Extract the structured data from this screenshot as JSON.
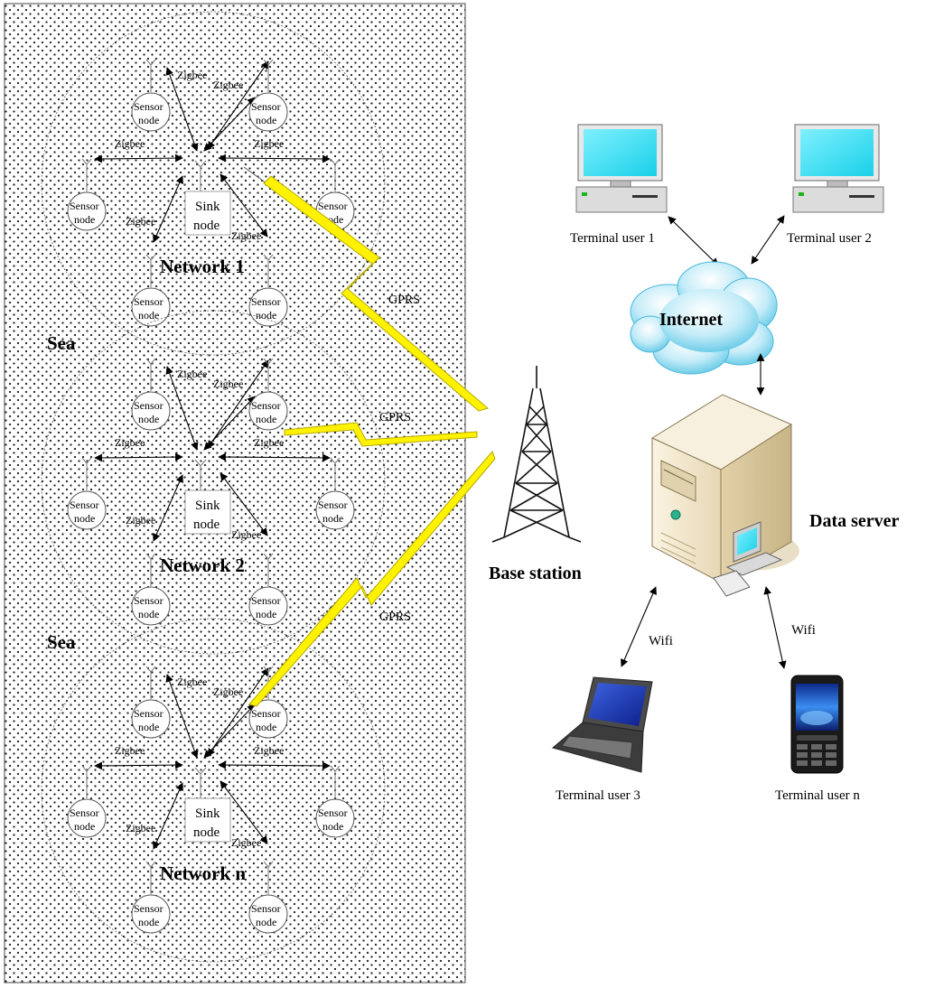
{
  "sea": {
    "labels": [
      "Sea",
      "Sea"
    ]
  },
  "networks": [
    {
      "label": "Network 1",
      "sink": {
        "line1": "Sink",
        "line2": "node"
      },
      "sensor": {
        "line1": "Sensor",
        "line2": "node"
      },
      "link": "Zigbee"
    },
    {
      "label": "Network 2",
      "sink": {
        "line1": "Sink",
        "line2": "node"
      },
      "sensor": {
        "line1": "Sensor",
        "line2": "node"
      },
      "link": "Zigbee"
    },
    {
      "label": "Network n",
      "sink": {
        "line1": "Sink",
        "line2": "node"
      },
      "sensor": {
        "line1": "Sensor",
        "line2": "node"
      },
      "link": "Zigbee"
    }
  ],
  "gprs": [
    "GPRS",
    "GPRS",
    "GPRS"
  ],
  "base_station": {
    "label": "Base station"
  },
  "internet": {
    "label": "Internet"
  },
  "data_server": {
    "label": "Data server"
  },
  "terminals": {
    "user1": "Terminal user 1",
    "user2": "Terminal user 2",
    "user3": "Terminal user 3",
    "usern": "Terminal user n"
  },
  "wifi": [
    "Wifi",
    "Wifi"
  ],
  "colors": {
    "bolt": "#fff200",
    "screen": "#3ee0f0",
    "cloud": "#8fd8ee",
    "server_body": "#f3ead2",
    "laptop_screen": "#1f3fb8",
    "phone_screen": "#2a6de0"
  }
}
